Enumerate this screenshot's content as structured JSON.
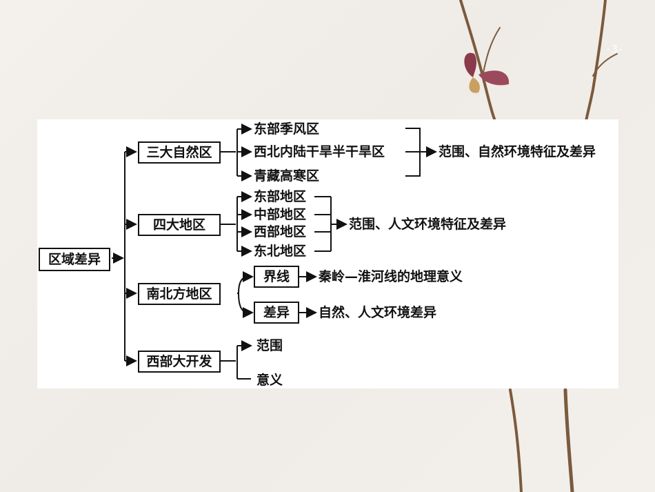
{
  "slide_number": "-3-",
  "root": "区域差异",
  "branches": {
    "natural": {
      "label": "三大自然区",
      "items": [
        "东部季风区",
        "西北内陆干旱半干旱区",
        "青藏高寒区"
      ],
      "result": "范围、自然环境特征及差异"
    },
    "regions": {
      "label": "四大地区",
      "items": [
        "东部地区",
        "中部地区",
        "西部地区",
        "东北地区"
      ],
      "result": "范围、人文环境特征及差异"
    },
    "north_south": {
      "label": "南北方地区",
      "sub": [
        {
          "label": "界线",
          "result": "秦岭—淮河线的地理意义"
        },
        {
          "label": "差异",
          "result": "自然、人文环境差异"
        }
      ]
    },
    "west": {
      "label": "西部大开发",
      "items": [
        "范围",
        "意义"
      ]
    }
  },
  "colors": {
    "line": "#111111",
    "panel": "#ffffff",
    "background": "#f1ede8"
  }
}
